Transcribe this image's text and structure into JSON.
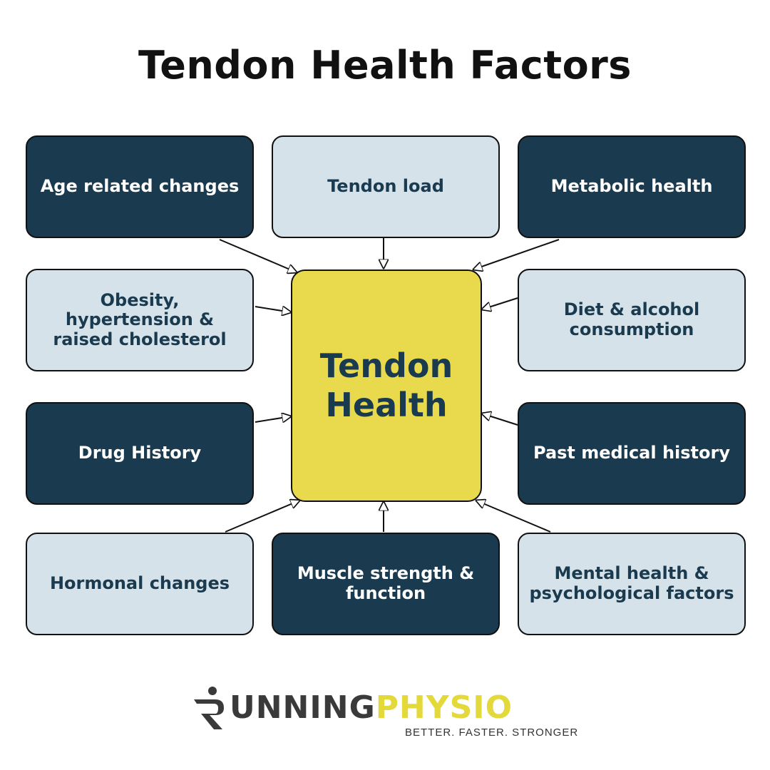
{
  "title": "Tendon Health Factors",
  "center": {
    "line1": "Tendon",
    "line2": "Health"
  },
  "factors": {
    "age": "Age related changes",
    "load": "Tendon load",
    "metabolic": "Metabolic health",
    "obesity": "Obesity, hypertension & raised cholesterol",
    "diet": "Diet & alcohol consumption",
    "drug": "Drug History",
    "past_medical": "Past medical history",
    "hormonal": "Hormonal changes",
    "muscle": "Muscle strength & function",
    "mental": "Mental health & psychological factors"
  },
  "logo": {
    "running": "UNNING",
    "physio": "PHYSIO",
    "tagline": "BETTER. FASTER. STRONGER"
  },
  "colors": {
    "dark_box": "#1a3a4f",
    "light_box": "#d5e2e9",
    "center_box": "#e8da4c",
    "logo_yellow": "#e3d93a"
  }
}
